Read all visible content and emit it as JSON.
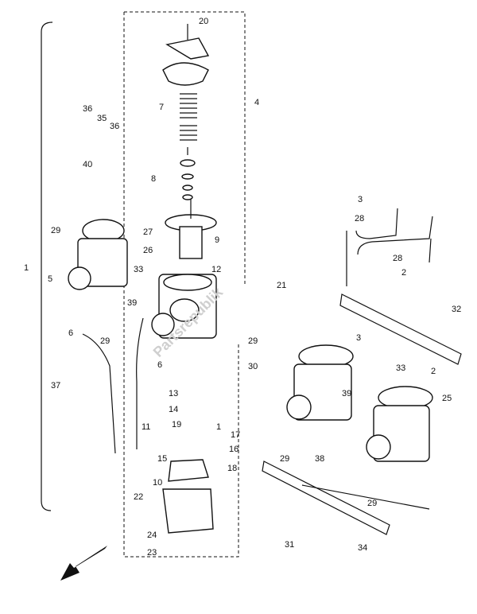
{
  "watermark": "Partsrepublik",
  "callouts": [
    {
      "id": "c20",
      "text": "20"
    },
    {
      "id": "c7",
      "text": "7"
    },
    {
      "id": "c4",
      "text": "4"
    },
    {
      "id": "c36a",
      "text": "36"
    },
    {
      "id": "c35",
      "text": "35"
    },
    {
      "id": "c36b",
      "text": "36"
    },
    {
      "id": "c40",
      "text": "40"
    },
    {
      "id": "c8",
      "text": "8"
    },
    {
      "id": "c3a",
      "text": "3"
    },
    {
      "id": "c28a",
      "text": "28"
    },
    {
      "id": "c29a",
      "text": "29"
    },
    {
      "id": "c27",
      "text": "27"
    },
    {
      "id": "c9",
      "text": "9"
    },
    {
      "id": "c26",
      "text": "26"
    },
    {
      "id": "c1",
      "text": "1"
    },
    {
      "id": "c5",
      "text": "5"
    },
    {
      "id": "c33a",
      "text": "33"
    },
    {
      "id": "c12",
      "text": "12"
    },
    {
      "id": "c28b",
      "text": "28"
    },
    {
      "id": "c2a",
      "text": "2"
    },
    {
      "id": "c21",
      "text": "21"
    },
    {
      "id": "c39a",
      "text": "39"
    },
    {
      "id": "c32",
      "text": "32"
    },
    {
      "id": "c6a",
      "text": "6"
    },
    {
      "id": "c29b",
      "text": "29"
    },
    {
      "id": "c29c",
      "text": "29"
    },
    {
      "id": "c3b",
      "text": "3"
    },
    {
      "id": "c6b",
      "text": "6"
    },
    {
      "id": "c30",
      "text": "30"
    },
    {
      "id": "c33b",
      "text": "33"
    },
    {
      "id": "c2b",
      "text": "2"
    },
    {
      "id": "c37",
      "text": "37"
    },
    {
      "id": "c13",
      "text": "13"
    },
    {
      "id": "c39b",
      "text": "39"
    },
    {
      "id": "c25",
      "text": "25"
    },
    {
      "id": "c14",
      "text": "14"
    },
    {
      "id": "c11",
      "text": "11"
    },
    {
      "id": "c19",
      "text": "19"
    },
    {
      "id": "c17",
      "text": "17"
    },
    {
      "id": "c1b",
      "text": "1"
    },
    {
      "id": "c16",
      "text": "16"
    },
    {
      "id": "c29d",
      "text": "29"
    },
    {
      "id": "c38",
      "text": "38"
    },
    {
      "id": "c15",
      "text": "15"
    },
    {
      "id": "c18",
      "text": "18"
    },
    {
      "id": "c10",
      "text": "10"
    },
    {
      "id": "c22",
      "text": "22"
    },
    {
      "id": "c29e",
      "text": "29"
    },
    {
      "id": "c31",
      "text": "31"
    },
    {
      "id": "c24",
      "text": "24"
    },
    {
      "id": "c34",
      "text": "34"
    },
    {
      "id": "c23",
      "text": "23"
    }
  ]
}
